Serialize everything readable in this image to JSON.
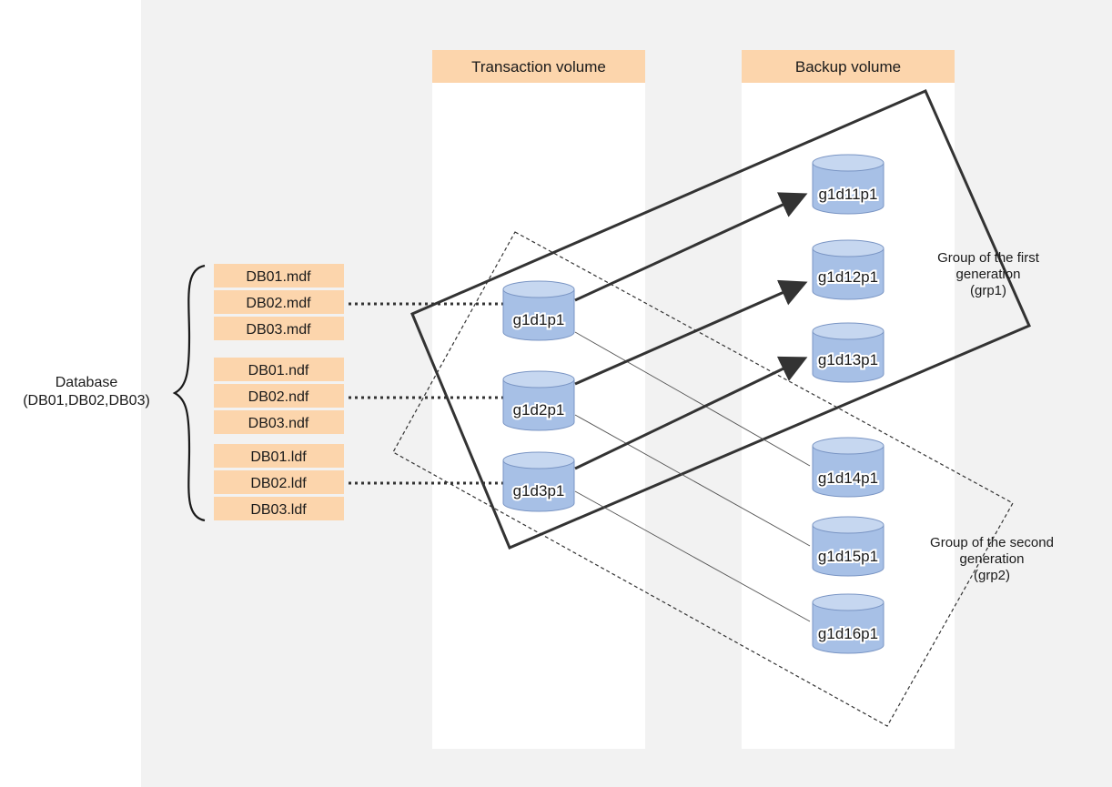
{
  "headers": {
    "transaction": "Transaction volume",
    "backup": "Backup volume"
  },
  "database": {
    "line1": "Database",
    "line2": "(DB01,DB02,DB03)"
  },
  "files": [
    "DB01.mdf",
    "DB02.mdf",
    "DB03.mdf",
    "DB01.ndf",
    "DB02.ndf",
    "DB03.ndf",
    "DB01.ldf",
    "DB02.ldf",
    "DB03.ldf"
  ],
  "transaction_volumes": [
    "g1d1p1",
    "g1d2p1",
    "g1d3p1"
  ],
  "backup_volumes": [
    "g1d11p1",
    "g1d12p1",
    "g1d13p1",
    "g1d14p1",
    "g1d15p1",
    "g1d16p1"
  ],
  "groups": {
    "first": {
      "line1": "Group of the first",
      "line2": "generation",
      "line3": "(grp1)"
    },
    "second": {
      "line1": "Group of the second",
      "line2": "generation",
      "line3": "(grp2)"
    }
  },
  "colors": {
    "background_panel": "#f2f2f2",
    "column_bg": "#ffffff",
    "header_fill": "#fcd5ac",
    "file_fill": "#fcd5ac",
    "cylinder_fill": "#a7c0e6",
    "cylinder_top": "#c6d7f0",
    "line": "#333333"
  }
}
